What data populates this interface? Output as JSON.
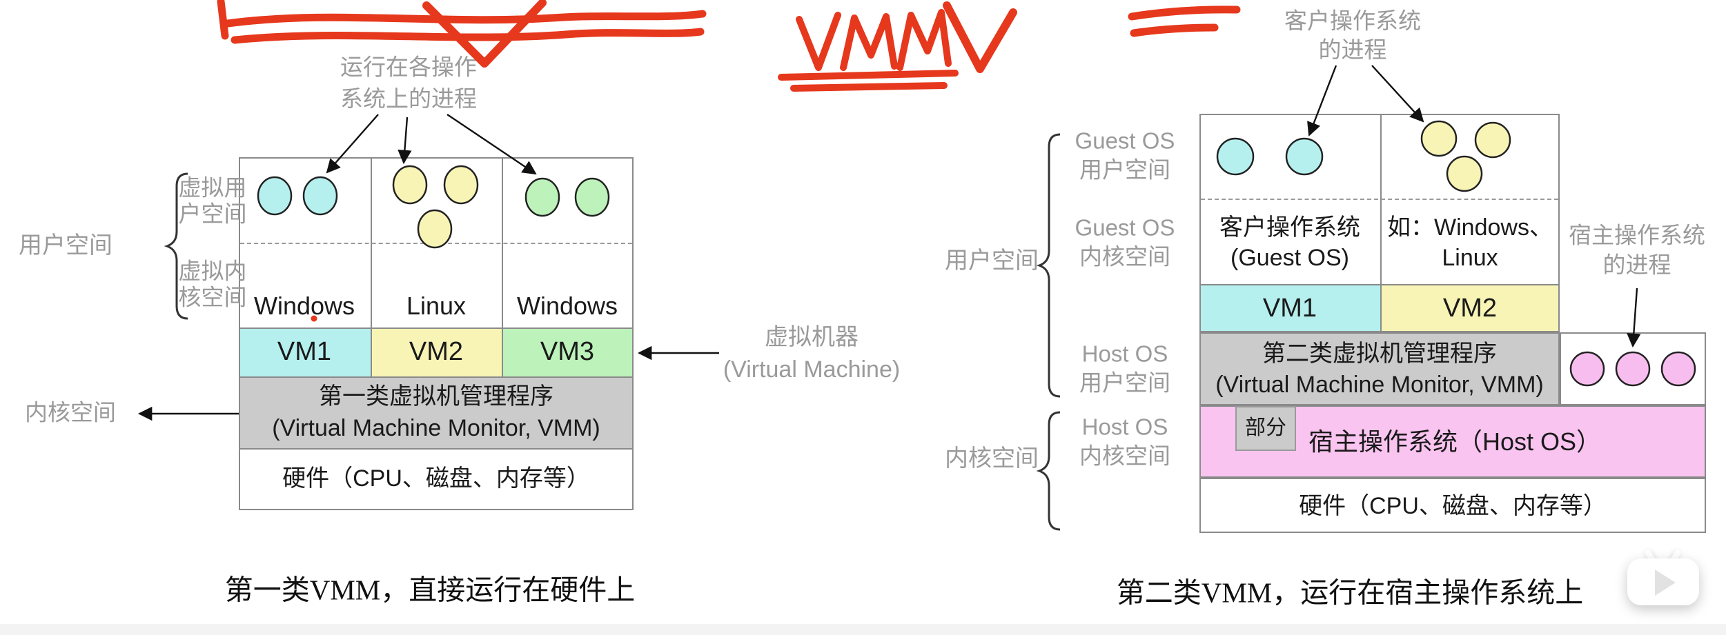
{
  "annotations": {
    "handwritten_text": "VMM",
    "red_marker_color": "#e6381d"
  },
  "colors": {
    "vm1_cyan": "#b5f0ef",
    "vm2_yellow": "#f8f4b6",
    "vm3_green": "#bdf2bb",
    "vmm_gray": "#cbcbcb",
    "host_pink": "#f9c4f0",
    "process_pink": "#f8bdef",
    "gray_label": "#9a9a9a"
  },
  "left": {
    "process_label": [
      "运行在各操作",
      "系统上的进程"
    ],
    "user_space": "用户空间",
    "kernel_space": "内核空间",
    "virtual_user": [
      "虚拟用",
      "户空间"
    ],
    "virtual_kernel": [
      "虚拟内",
      "核空间"
    ],
    "os": [
      "Windows",
      "Linux",
      "Windows"
    ],
    "vm": [
      "VM1",
      "VM2",
      "VM3"
    ],
    "vmm": [
      "第一类虚拟机管理程序",
      "(Virtual Machine Monitor, VMM)"
    ],
    "hardware": "硬件（CPU、磁盘、内存等）",
    "vm_machine": [
      "虚拟机器",
      "(Virtual Machine)"
    ],
    "caption": "第一类VMM，直接运行在硬件上"
  },
  "right": {
    "process_label": [
      "客户操作系统",
      "的进程"
    ],
    "host_process_label": [
      "宿主操作系统",
      "的进程"
    ],
    "user_space": "用户空间",
    "kernel_space": "内核空间",
    "rows": {
      "guest_user": [
        "Guest OS",
        "用户空间"
      ],
      "guest_kernel": [
        "Guest OS",
        "内核空间"
      ],
      "host_user": [
        "Host OS",
        "用户空间"
      ],
      "host_kernel": [
        "Host OS",
        "内核空间"
      ]
    },
    "guest_cell": [
      "客户操作系统",
      "(Guest OS)"
    ],
    "os_example": [
      "如：Windows、",
      "Linux"
    ],
    "vm": [
      "VM1",
      "VM2"
    ],
    "vmm": [
      "第二类虚拟机管理程序",
      "(Virtual Machine Monitor, VMM)"
    ],
    "partial": "部分",
    "host_os": "宿主操作系统（Host OS）",
    "hardware": "硬件（CPU、磁盘、内存等）",
    "caption": "第二类VMM，运行在宿主操作系统上"
  },
  "player": {
    "play_icon": "tv-play-icon"
  }
}
